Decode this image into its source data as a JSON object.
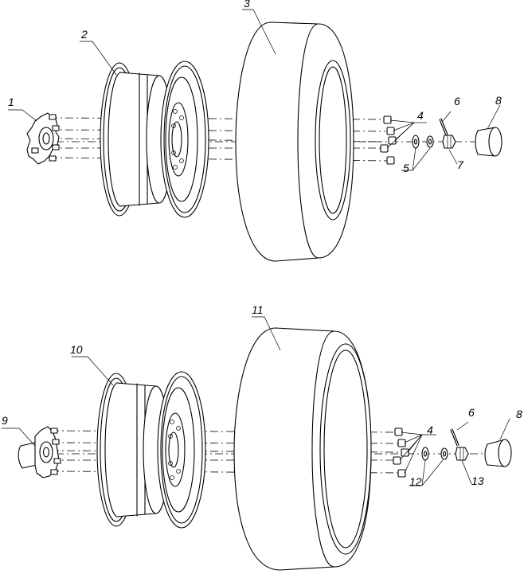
{
  "diagram": {
    "callouts": {
      "c1": "1",
      "c2": "2",
      "c3": "3",
      "c4a": "4",
      "c5": "5",
      "c6a": "6",
      "c7": "7",
      "c8a": "8",
      "c9": "9",
      "c10": "10",
      "c11": "11",
      "c4b": "4",
      "c6b": "6",
      "c8b": "8",
      "c12": "12",
      "c13": "13"
    }
  }
}
